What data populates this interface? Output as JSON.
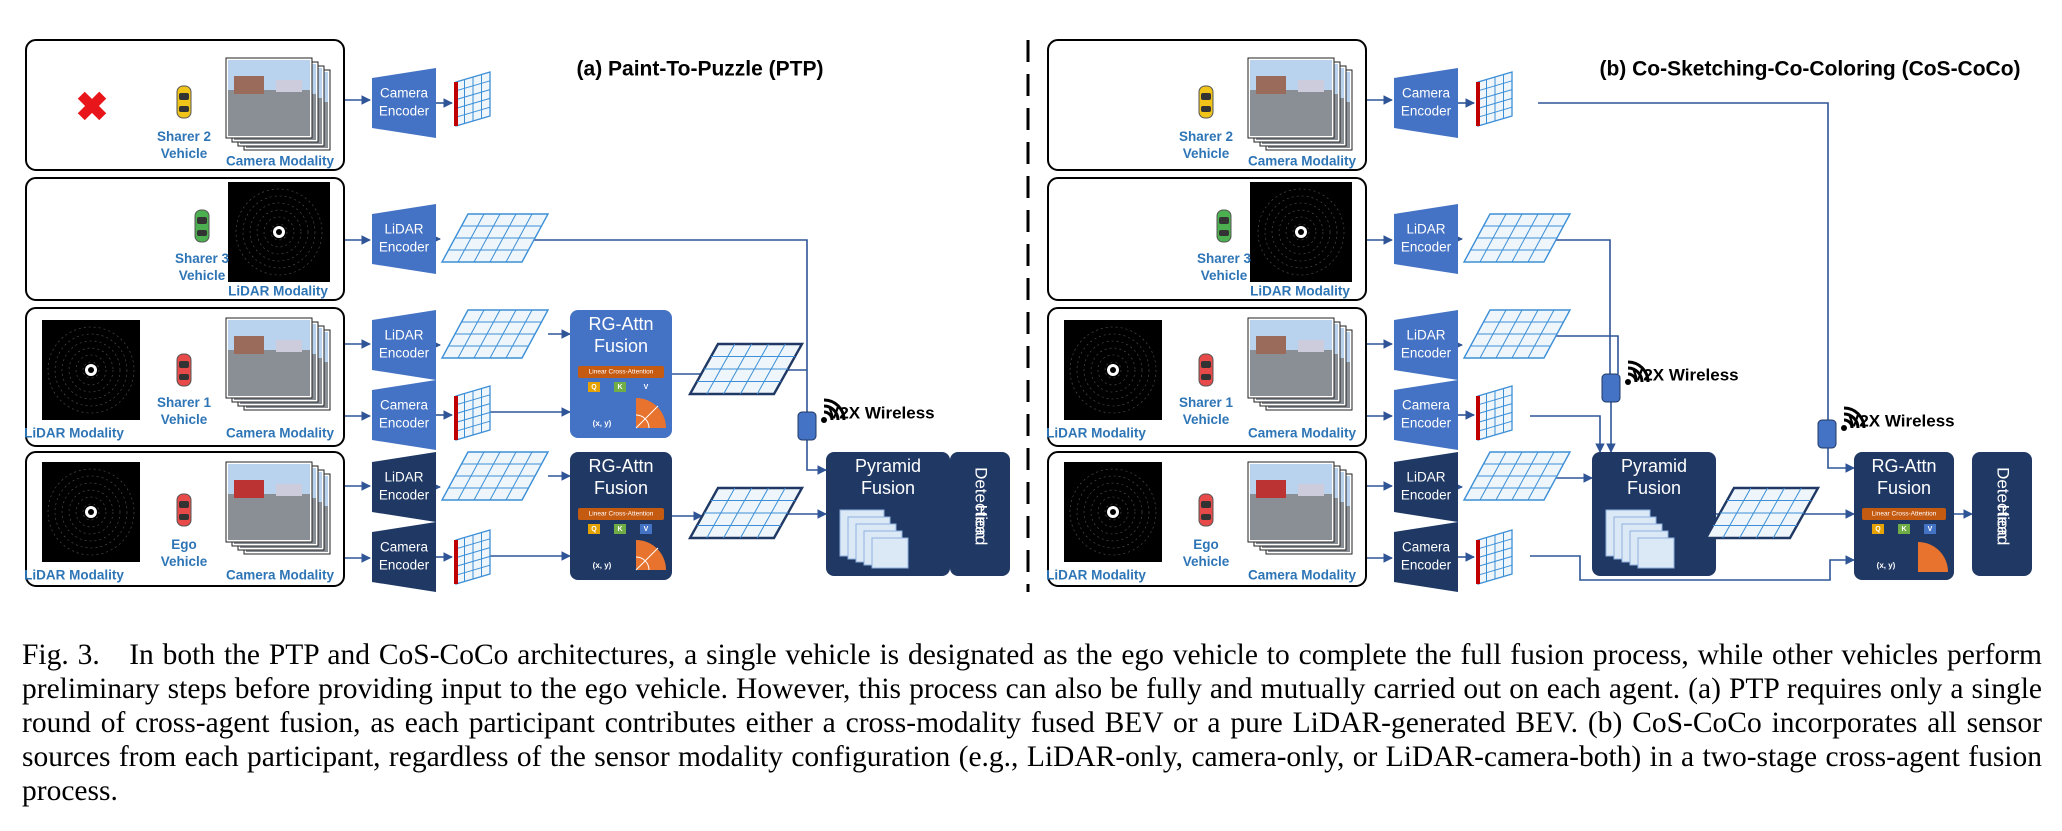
{
  "figure": {
    "panel_a_title": "(a) Paint-To-Puzzle (PTP)",
    "panel_b_title": "(b) Co-Sketching-Co-Coloring (CoS-CoCo)",
    "caption": "Fig. 3. In both the PTP and CoS-CoCo architectures, a single vehicle is designated as the ego vehicle to complete the full fusion process, while other vehicles perform preliminary steps before providing input to the ego vehicle. However, this process can also be fully and mutually carried out on each agent. (a) PTP requires only a single round of cross-agent fusion, as each participant contributes either a cross-modality fused BEV or a pure LiDAR-generated BEV. (b) CoS-CoCo incorporates all sensor sources from each participant, regardless of the sensor modality configuration (e.g., LiDAR-only, camera-only, or LiDAR-camera-both) in a two-stage cross-agent fusion process."
  },
  "labels": {
    "sharer2": [
      "Sharer 2",
      "Vehicle"
    ],
    "sharer3": [
      "Sharer 3",
      "Vehicle"
    ],
    "sharer1": [
      "Sharer 1",
      "Vehicle"
    ],
    "ego": [
      "Ego",
      "Vehicle"
    ],
    "camera_modality": "Camera Modality",
    "lidar_modality": "LiDAR Modality",
    "camera_encoder": [
      "Camera",
      "Encoder"
    ],
    "lidar_encoder": [
      "LiDAR",
      "Encoder"
    ],
    "rg_attn": [
      "RG-Attn",
      "Fusion"
    ],
    "linear_cross_attention": "Linear Cross-Attention",
    "qkv": [
      "Q",
      "K",
      "V"
    ],
    "xy": "(x, y)",
    "pyramid": [
      "Pyramid",
      "Fusion"
    ],
    "detection_head": [
      "Detection",
      "Head"
    ],
    "v2x": "V2X Wireless",
    "cross_mark": "✖"
  },
  "colors": {
    "encoder_light": "#4472c4",
    "encoder_dark": "#1f3864",
    "fusion_light": "#4472c4",
    "fusion_dark": "#203864",
    "label_blue": "#2e75b6",
    "cross_red": "#e8161b",
    "grid_line": "#3c8fd6",
    "grid_edge_red": "#c00000"
  }
}
